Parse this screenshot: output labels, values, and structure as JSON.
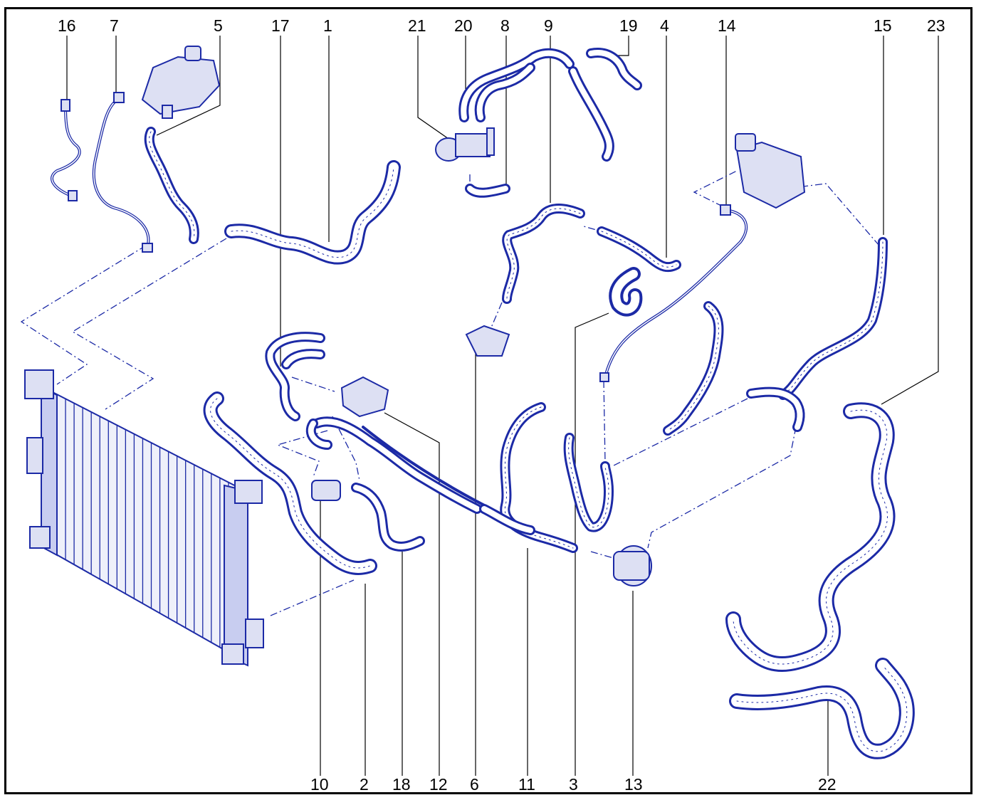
{
  "diagram": {
    "callouts": [
      {
        "id": "16",
        "label": "16"
      },
      {
        "id": "7",
        "label": "7"
      },
      {
        "id": "5",
        "label": "5"
      },
      {
        "id": "17",
        "label": "17"
      },
      {
        "id": "1",
        "label": "1"
      },
      {
        "id": "21",
        "label": "21"
      },
      {
        "id": "20",
        "label": "20"
      },
      {
        "id": "8",
        "label": "8"
      },
      {
        "id": "9",
        "label": "9"
      },
      {
        "id": "19",
        "label": "19"
      },
      {
        "id": "4",
        "label": "4"
      },
      {
        "id": "14",
        "label": "14"
      },
      {
        "id": "15",
        "label": "15"
      },
      {
        "id": "23",
        "label": "23"
      },
      {
        "id": "10",
        "label": "10"
      },
      {
        "id": "2",
        "label": "2"
      },
      {
        "id": "18",
        "label": "18"
      },
      {
        "id": "12",
        "label": "12"
      },
      {
        "id": "6",
        "label": "6"
      },
      {
        "id": "11",
        "label": "11"
      },
      {
        "id": "3",
        "label": "3"
      },
      {
        "id": "13",
        "label": "13"
      },
      {
        "id": "22",
        "label": "22"
      }
    ],
    "colors": {
      "line": "#1c2aa6",
      "fill": "#dde0f3",
      "frame": "#000000",
      "background": "#ffffff"
    }
  }
}
